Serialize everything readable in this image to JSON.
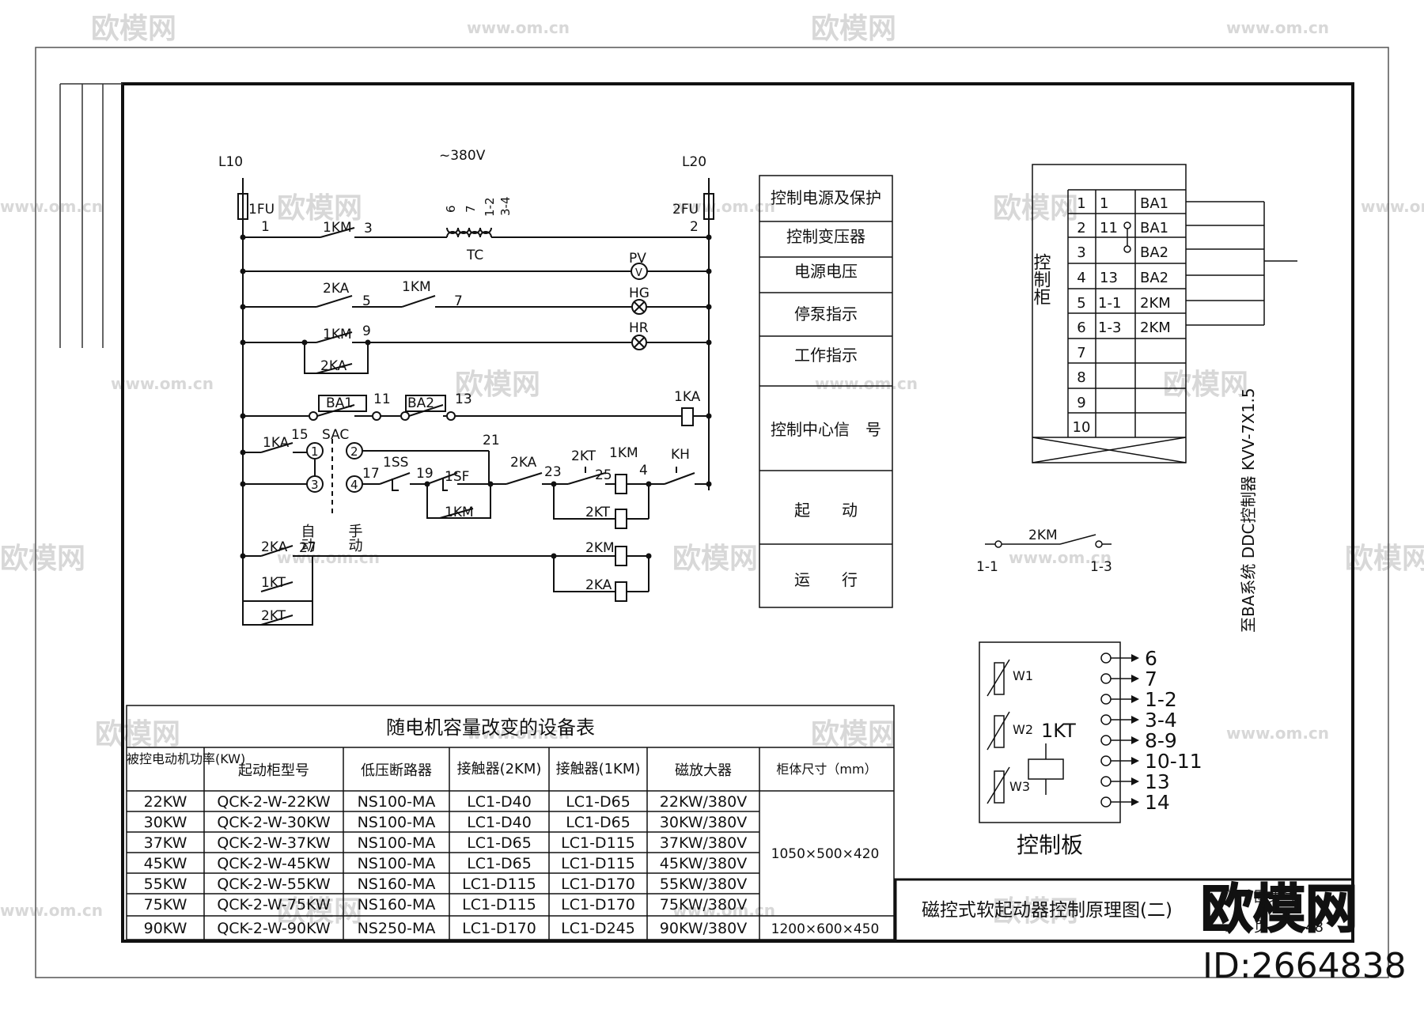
{
  "supply": {
    "l10": "L10",
    "l20": "L20",
    "voltage": "~380V",
    "fu1": "1FU",
    "fu2": "2FU"
  },
  "transformer": {
    "label": "TC",
    "taps": [
      "6",
      "7",
      "1-2",
      "3-4"
    ]
  },
  "nodes": {
    "n1": "1",
    "n2": "2",
    "n3": "3",
    "n5": "5",
    "n7": "7",
    "n9": "9",
    "n11": "11",
    "n13": "13",
    "n15": "15",
    "n17": "17",
    "n19": "19",
    "n21": "21",
    "n23": "23",
    "n25": "25",
    "n4": "4",
    "n27": "27"
  },
  "components": {
    "km1": "1KM",
    "km2": "2KM",
    "ka1": "1KA",
    "ka2": "2KA",
    "kt1": "1KT",
    "kt2": "2KT",
    "ba1": "BA1",
    "ba2": "BA2",
    "sac": "SAC",
    "ss1": "1SS",
    "sf1": "1SF",
    "kh": "KH",
    "pv": "PV",
    "hg": "HG",
    "hr": "HR",
    "pv_sym": "V"
  },
  "selector": {
    "pos1": "1",
    "pos2": "2",
    "pos3": "3",
    "pos4": "4",
    "auto": "自动",
    "manual": "手动"
  },
  "functions": [
    "控制电源及保护",
    "控制变压器",
    "电源电压",
    "停泵指示",
    "工作指示",
    "控制中心信　号",
    "起　　动",
    "运　　行"
  ],
  "terminal": {
    "cabinet_label": "控制柜",
    "rows": [
      {
        "num": "1",
        "a": "1",
        "b": "BA1"
      },
      {
        "num": "2",
        "a": "11",
        "b": "BA1"
      },
      {
        "num": "3",
        "a": "",
        "b": "BA2"
      },
      {
        "num": "4",
        "a": "13",
        "b": "BA2"
      },
      {
        "num": "5",
        "a": "1-1",
        "b": "2KM"
      },
      {
        "num": "6",
        "a": "1-3",
        "b": "2KM"
      },
      {
        "num": "7",
        "a": "",
        "b": ""
      },
      {
        "num": "8",
        "a": "",
        "b": ""
      },
      {
        "num": "9",
        "a": "",
        "b": ""
      },
      {
        "num": "10",
        "a": "",
        "b": ""
      }
    ],
    "cable": "至BA系统 DDC控制器 KVV-7X1.5"
  },
  "km2_contact": {
    "label": "2KM",
    "left": "1-1",
    "right": "1-3"
  },
  "control_board": {
    "title": "控制板",
    "windings": [
      "W1",
      "W2",
      "W3"
    ],
    "relay": "1KT",
    "pins": [
      "6",
      "7",
      "1-2",
      "3-4",
      "8-9",
      "10-11",
      "13",
      "14"
    ]
  },
  "equipment_table": {
    "title": "随电机容量改变的设备表",
    "headers": [
      "被控电动机功率(KW)",
      "起动柜型号",
      "低压断路器",
      "接触器(2KM)",
      "接触器(1KM)",
      "磁放大器",
      "柜体尺寸（mm）"
    ],
    "rows": [
      [
        "22KW",
        "QCK-2-W-22KW",
        "NS100-MA",
        "LC1-D40",
        "LC1-D65",
        "22KW/380V"
      ],
      [
        "30KW",
        "QCK-2-W-30KW",
        "NS100-MA",
        "LC1-D40",
        "LC1-D65",
        "30KW/380V"
      ],
      [
        "37KW",
        "QCK-2-W-37KW",
        "NS100-MA",
        "LC1-D65",
        "LC1-D115",
        "37KW/380V"
      ],
      [
        "45KW",
        "QCK-2-W-45KW",
        "NS100-MA",
        "LC1-D65",
        "LC1-D115",
        "45KW/380V"
      ],
      [
        "55KW",
        "QCK-2-W-55KW",
        "NS160-MA",
        "LC1-D115",
        "LC1-D170",
        "55KW/380V"
      ],
      [
        "75KW",
        "QCK-2-W-75KW",
        "NS160-MA",
        "LC1-D115",
        "LC1-D170",
        "75KW/380V"
      ],
      [
        "90KW",
        "QCK-2-W-90KW",
        "NS250-MA",
        "LC1-D170",
        "LC1-D245",
        "90KW/380V"
      ]
    ],
    "size_a": "1050×500×420",
    "size_b": "1200×600×450"
  },
  "title_block": {
    "title": "磁控式软起动器控制原理图(二)",
    "atlas": "图集号",
    "page": "页",
    "page_num": "48"
  },
  "watermark": {
    "brand": "欧模网",
    "url": "www.om.cn",
    "id": "ID:2664838"
  }
}
